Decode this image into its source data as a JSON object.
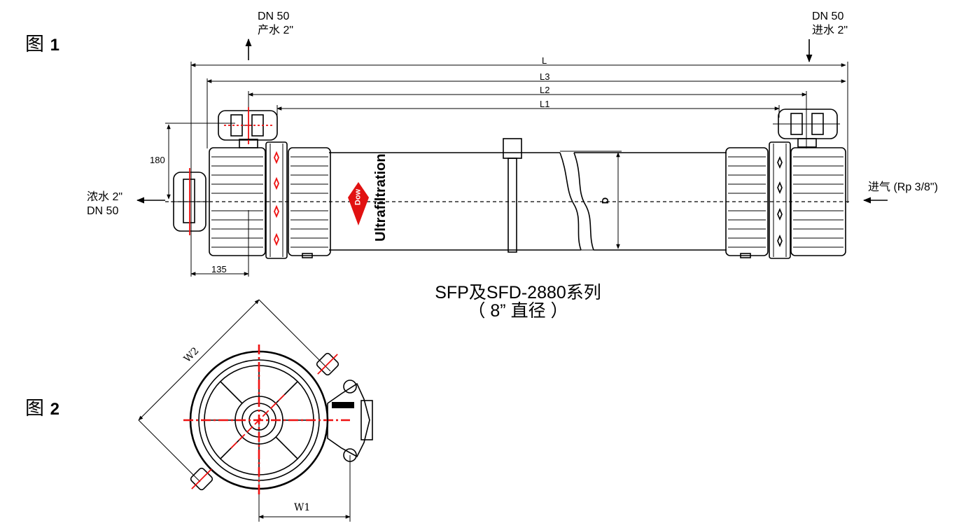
{
  "figure1": {
    "label_cn": "图",
    "number": "1"
  },
  "figure2": {
    "label_cn": "图",
    "number": "2"
  },
  "ports": {
    "product": {
      "line1": "DN 50",
      "line2": "产水 2\""
    },
    "feed": {
      "line1": "DN 50",
      "line2": "进水 2\""
    },
    "concentrate": {
      "line1": "浓水 2\"",
      "line2": "DN 50"
    },
    "air": {
      "text": "进气 (Rp 3/8\")"
    }
  },
  "dimensions": {
    "L": "L",
    "L3": "L3",
    "L2": "L2",
    "L1": "L1",
    "D": "D",
    "h180": "180",
    "w135": "135",
    "W1": "W1",
    "W2": "W2"
  },
  "brand": {
    "logo": "Dow",
    "product": "Ultrafiltration"
  },
  "caption": {
    "line1": "SFP及SFD-2880系列",
    "line2": "（ 8” 直径 ）"
  },
  "colors": {
    "centerline": "#e11111",
    "line": "#000000",
    "logo": "#e11111"
  }
}
